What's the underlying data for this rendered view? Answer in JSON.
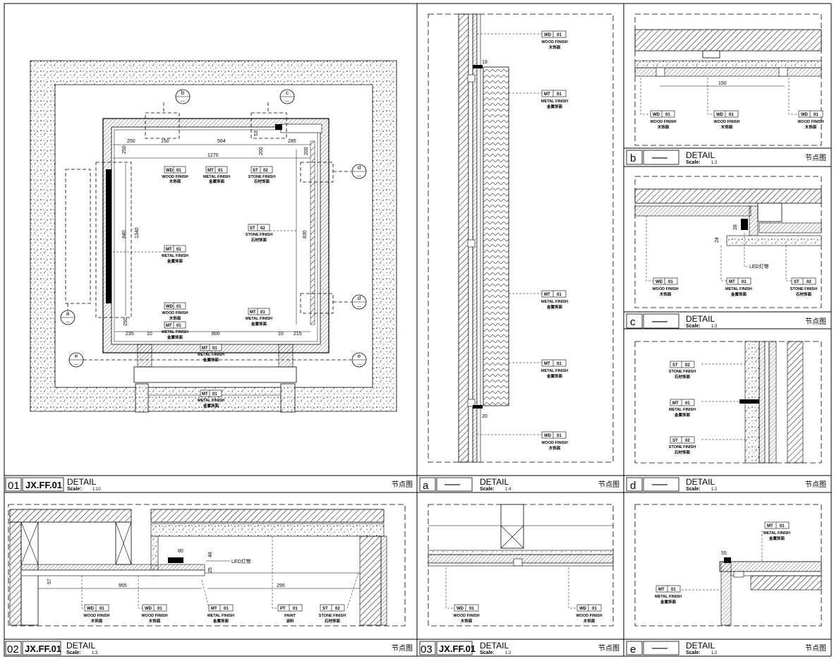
{
  "drawing": {
    "panels": [
      {
        "id": "01",
        "code": "JX.FF.01",
        "title": "DETAIL",
        "scale_label": "Scale:",
        "scale": "1:10",
        "right": "节点图"
      },
      {
        "id": "a",
        "code": "——",
        "title": "DETAIL",
        "scale_label": "Scale:",
        "scale": "1:4",
        "right": "节点图"
      },
      {
        "id": "b",
        "code": "——",
        "title": "DETAIL",
        "scale_label": "Scale:",
        "scale": "1:2",
        "right": "节点图"
      },
      {
        "id": "c",
        "code": "——",
        "title": "DETAIL",
        "scale_label": "Scale:",
        "scale": "1:3",
        "right": "节点图"
      },
      {
        "id": "d",
        "code": "——",
        "title": "DETAIL",
        "scale_label": "Scale:",
        "scale": "1:2",
        "right": "节点图"
      },
      {
        "id": "02",
        "code": "JX.FF.01",
        "title": "DETAIL",
        "scale_label": "Scale:",
        "scale": "1:3",
        "right": "节点图"
      },
      {
        "id": "03",
        "code": "JX.FF.01",
        "title": "DETAIL",
        "scale_label": "Scale:",
        "scale": "1:2",
        "right": "节点图"
      },
      {
        "id": "e",
        "code": "——",
        "title": "DETAIL",
        "scale_label": "Scale:",
        "scale": "1:2",
        "right": "节点图"
      }
    ],
    "materials": {
      "wd": {
        "code": "WD",
        "num": "01",
        "en": "WOOD FINISH",
        "cn": "木饰面"
      },
      "mt": {
        "code": "MT",
        "num": "01",
        "en": "METAL FINISH",
        "cn": "金属饰面"
      },
      "st": {
        "code": "ST",
        "num": "02",
        "en": "STONE FINISH",
        "cn": "石材饰面"
      },
      "pt": {
        "code": "PT",
        "num": "01",
        "en": "PAINT",
        "cn": "涂料"
      }
    },
    "plan_callouts": {
      "b": "b",
      "c": "c",
      "d": "d",
      "a": "a",
      "e": "e"
    },
    "plan_dims": {
      "d250a": "250",
      "d150": "150",
      "d564": "564",
      "d53": "53",
      "d285": "285",
      "d1270": "1270",
      "d250b": "250",
      "d200a": "200",
      "d200b": "200",
      "d840": "840",
      "d1340": "1340",
      "d830": "830",
      "d250c": "250",
      "d235": "235",
      "d10a": "10",
      "d800": "800",
      "d10b": "10",
      "d215": "215"
    },
    "a_dims": {
      "d19": "19",
      "d20": "20"
    },
    "b_dims": {
      "d150": "150"
    },
    "c_dims": {
      "d28": "28",
      "d24": "24",
      "led": "LED灯带"
    },
    "s02_dims": {
      "d80": "80",
      "d48": "48",
      "d25": "25",
      "d955": "955",
      "d295": "295",
      "d57": "57",
      "led": "LED灯带"
    },
    "e_dims": {
      "d55": "55"
    }
  }
}
